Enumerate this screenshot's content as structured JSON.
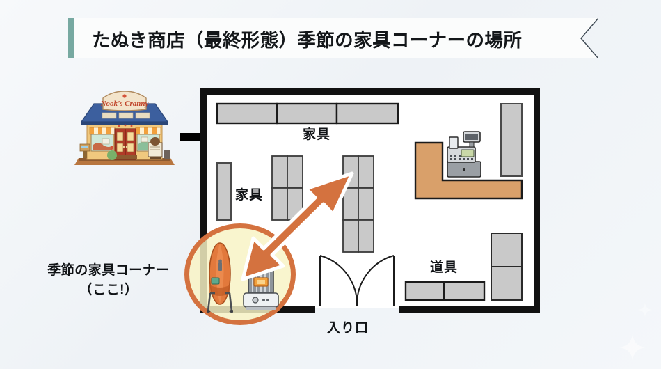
{
  "title": {
    "text": "たぬき商店（最終形態）季節の家具コーナーの場所",
    "accent_color": "#77a9a1",
    "background": "#fbfcfc"
  },
  "storefront": {
    "sign_text": "Nook's Cranny",
    "roof_color": "#3c5f9e",
    "wall_color": "#f0c87e",
    "door_color": "#b03b28",
    "awning_colors": [
      "#f2a03c",
      "#fdf0d2"
    ]
  },
  "flow_arrow": {
    "icon": "arrow-right-icon",
    "color": "#000000"
  },
  "floorplan": {
    "wall_color": "#111111",
    "shelf_fill": "#c9c9c9",
    "shelf_stroke": "#1b1b1b",
    "counter_color": "#d9a06a",
    "labels": [
      {
        "id": "kagu-top",
        "text": "家具"
      },
      {
        "id": "kagu-left",
        "text": "家具"
      },
      {
        "id": "dougu",
        "text": "道具"
      },
      {
        "id": "entrance",
        "text": "入り口"
      }
    ],
    "register": {
      "name": "cash-register-icon",
      "body_color": "#b8bcc0",
      "screen_color": "#c9d8a8"
    },
    "entrance_doors": 2
  },
  "highlight": {
    "ring_color": "#d4723f",
    "fill_color": "#f8f3c5",
    "items": [
      {
        "name": "surfboard-icon",
        "color": "#e2793c"
      },
      {
        "name": "kerosene-heater-icon",
        "color": "#9aa0a6"
      }
    ]
  },
  "pointer_arrow": {
    "icon": "arrow-down-left-icon",
    "color": "#d4723f",
    "outline": "#ffffff"
  },
  "corner_note": {
    "line1": "季節の家具コーナー",
    "line2": "（ここ!）"
  }
}
